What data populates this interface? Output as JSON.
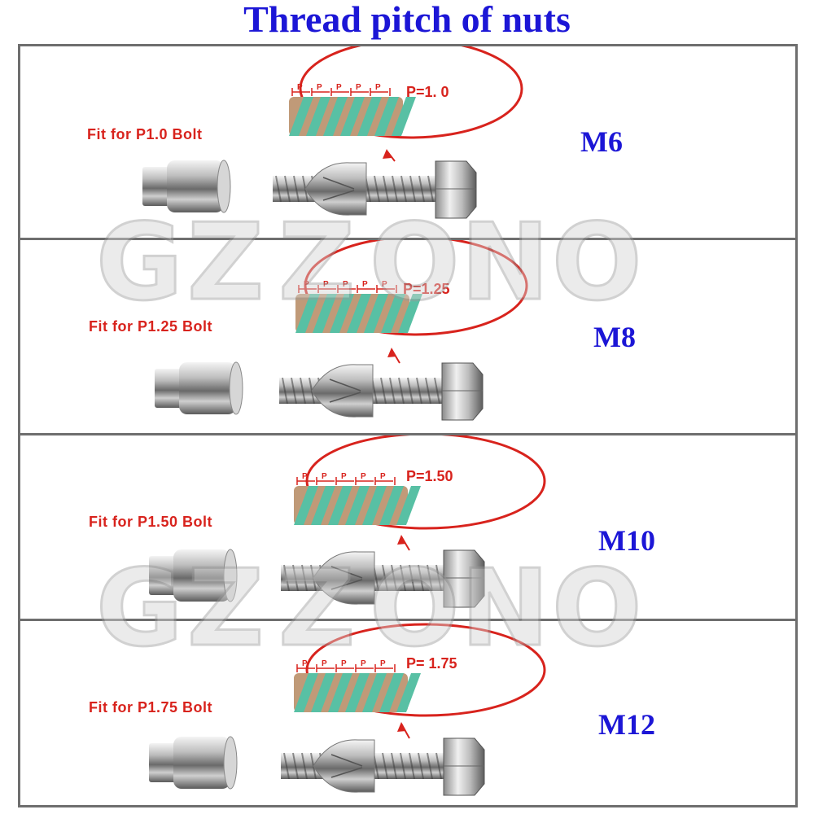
{
  "title": "Thread pitch of nuts",
  "watermark": "GZZONO",
  "rows": [
    {
      "size": "M6",
      "fit": "Fit for P1.0 Bolt",
      "pitch": "P=1. 0",
      "p_mark": "P"
    },
    {
      "size": "M8",
      "fit": "Fit for P1.25 Bolt",
      "pitch": "P=1.25",
      "p_mark": "P"
    },
    {
      "size": "M10",
      "fit": "Fit for P1.50 Bolt",
      "pitch": "P=1.50",
      "p_mark": "P"
    },
    {
      "size": "M12",
      "fit": "Fit for P1.75 Bolt",
      "pitch": "P= 1.75",
      "p_mark": "P"
    }
  ],
  "colors": {
    "title": "#1c16d6",
    "label_red": "#d8231d",
    "border": "#6e6e6e",
    "thread_green": "#58c0a4",
    "thread_tan": "#c09a78"
  }
}
